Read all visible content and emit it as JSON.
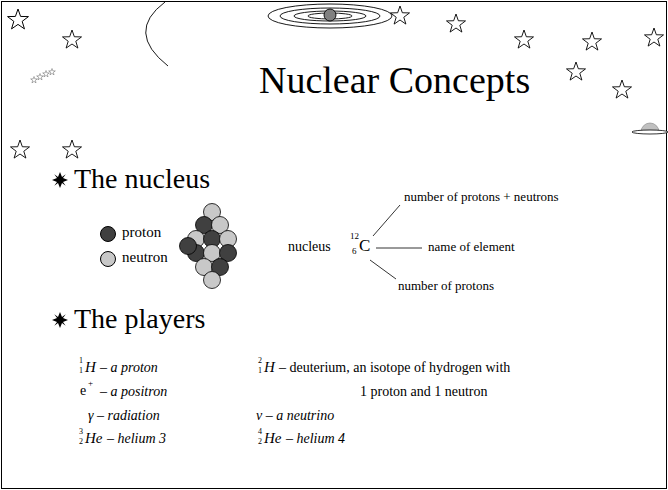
{
  "diagram": {
    "title": "Nuclear Concepts",
    "labels": [
      "The nucleus",
      "nucleus",
      "12",
      "6",
      "C",
      "number of protons + neutrons",
      "name of element",
      "number of protons",
      "The players",
      "1",
      "1",
      "H",
      "– a proton",
      "2",
      "1",
      "H",
      "– deuterium, an isotope of hydrogen with",
      "e",
      "+",
      "– a positron",
      "1 proton and 1 neutron",
      "γ – radiation",
      "ν – a neutrino",
      "3",
      "2",
      "He",
      "– helium 3",
      "4",
      "2",
      "He",
      "– helium 4"
    ],
    "legend": [
      {
        "text": "proton",
        "color": "#404040"
      },
      {
        "text": "neutron",
        "color": "#c8c8c8"
      }
    ]
  }
}
